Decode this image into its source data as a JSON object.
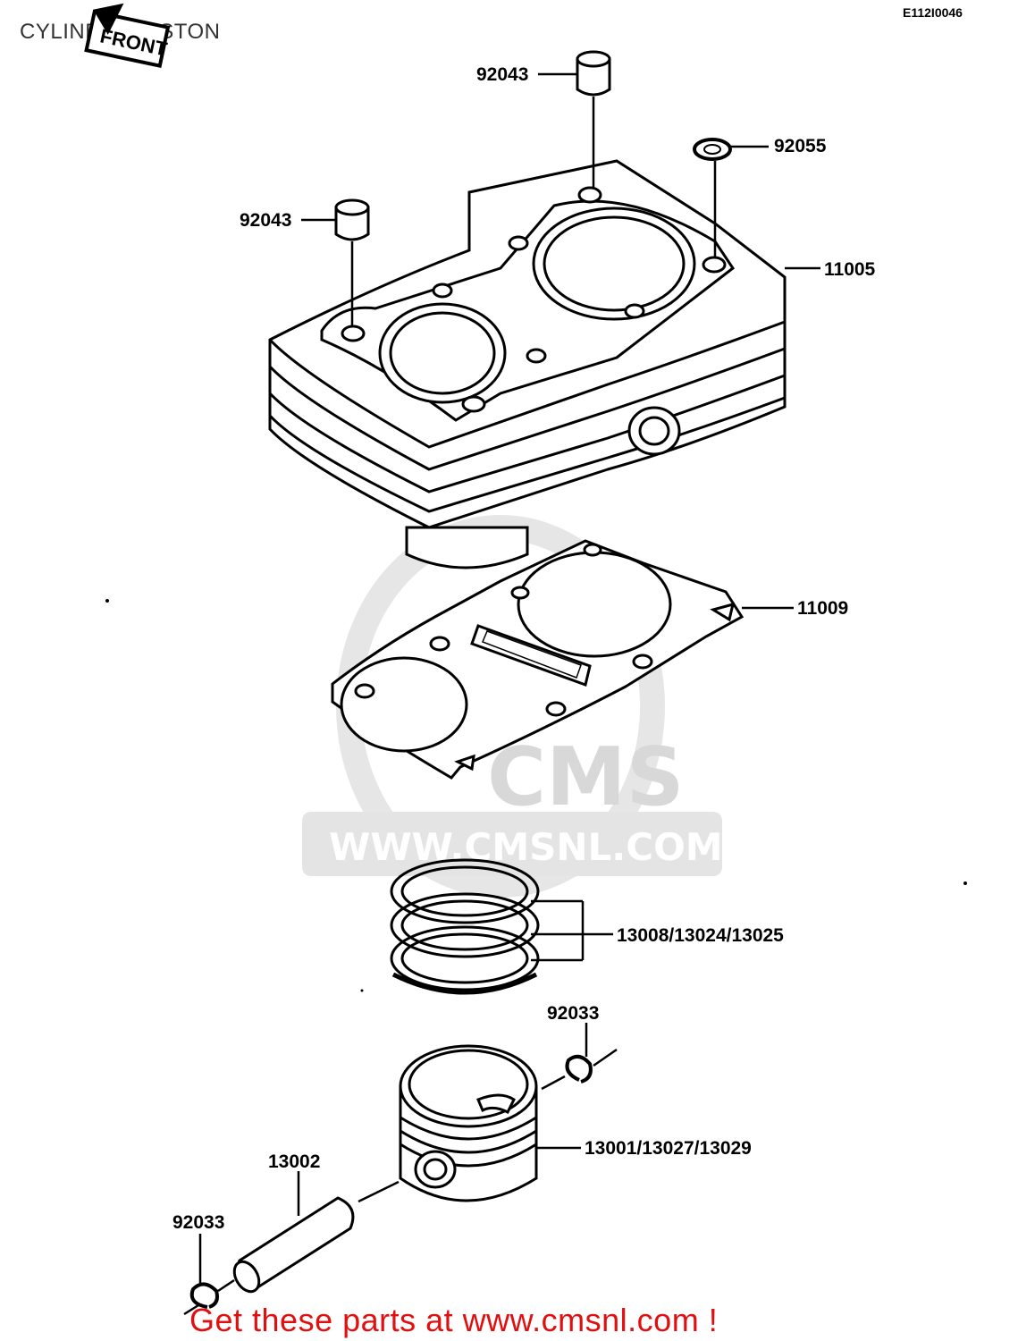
{
  "header": {
    "title": "CYLINDER/PISTON",
    "diagram_id": "E112I0046"
  },
  "front_tag": "FRONT",
  "watermark": {
    "brand": "CMS",
    "url": "WWW.CMSNL.COM"
  },
  "parts": [
    {
      "number": "92043"
    },
    {
      "number": "92055"
    },
    {
      "number": "92043"
    },
    {
      "number": "11005"
    },
    {
      "number": "11009"
    },
    {
      "number": "13008/13024/13025"
    },
    {
      "number": "92033"
    },
    {
      "number": "13001/13027/13029"
    },
    {
      "number": "13002"
    },
    {
      "number": "92033"
    }
  ],
  "footer": {
    "text": "Get these parts at www.cmsnl.com !"
  }
}
